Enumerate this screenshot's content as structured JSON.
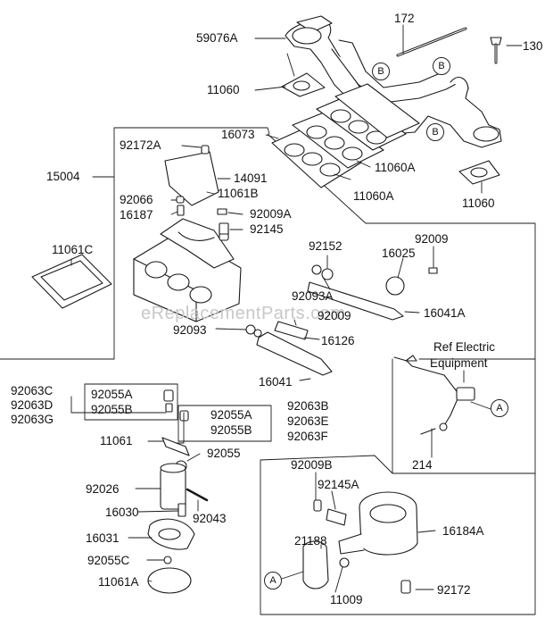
{
  "watermark": "eReplacementParts.com",
  "parts": {
    "p59076A": "59076A",
    "p172": "172",
    "p130": "130",
    "p11060_top": "11060",
    "p16073": "16073",
    "p11060A_1": "11060A",
    "p11060A_2": "11060A",
    "p11060_right": "11060",
    "p15004": "15004",
    "p92172A": "92172A",
    "p14091": "14091",
    "p11061B": "11061B",
    "p92066": "92066",
    "p16187": "16187",
    "p92009A": "92009A",
    "p92145": "92145",
    "p11061C": "11061C",
    "p92152": "92152",
    "p92009_r": "92009",
    "p16025": "16025",
    "p92093A": "92093A",
    "p16041A": "16041A",
    "p92009_mid": "92009",
    "p92093": "92093",
    "p16126": "16126",
    "p16041": "16041",
    "ref_line1": "Ref Electric",
    "ref_line2": "Equipment",
    "p92063C": "92063C",
    "p92063D": "92063D",
    "p92063G": "92063G",
    "p92055A_1": "92055A",
    "p92055B_1": "92055B",
    "p92055A_2": "92055A",
    "p92055B_2": "92055B",
    "p92063B": "92063B",
    "p92063E": "92063E",
    "p92063F": "92063F",
    "p11061": "11061",
    "p92055": "92055",
    "p214": "214",
    "p92009B": "92009B",
    "p92145A": "92145A",
    "p16184A": "16184A",
    "p92026": "92026",
    "p16030": "16030",
    "p92043": "92043",
    "p21188": "21188",
    "p16031": "16031",
    "p92055C": "92055C",
    "p11009": "11009",
    "p11061A": "11061A",
    "p92172": "92172"
  },
  "callouts": {
    "b1": "B",
    "b2": "B",
    "b3": "B",
    "a1": "A",
    "a2": "A"
  }
}
